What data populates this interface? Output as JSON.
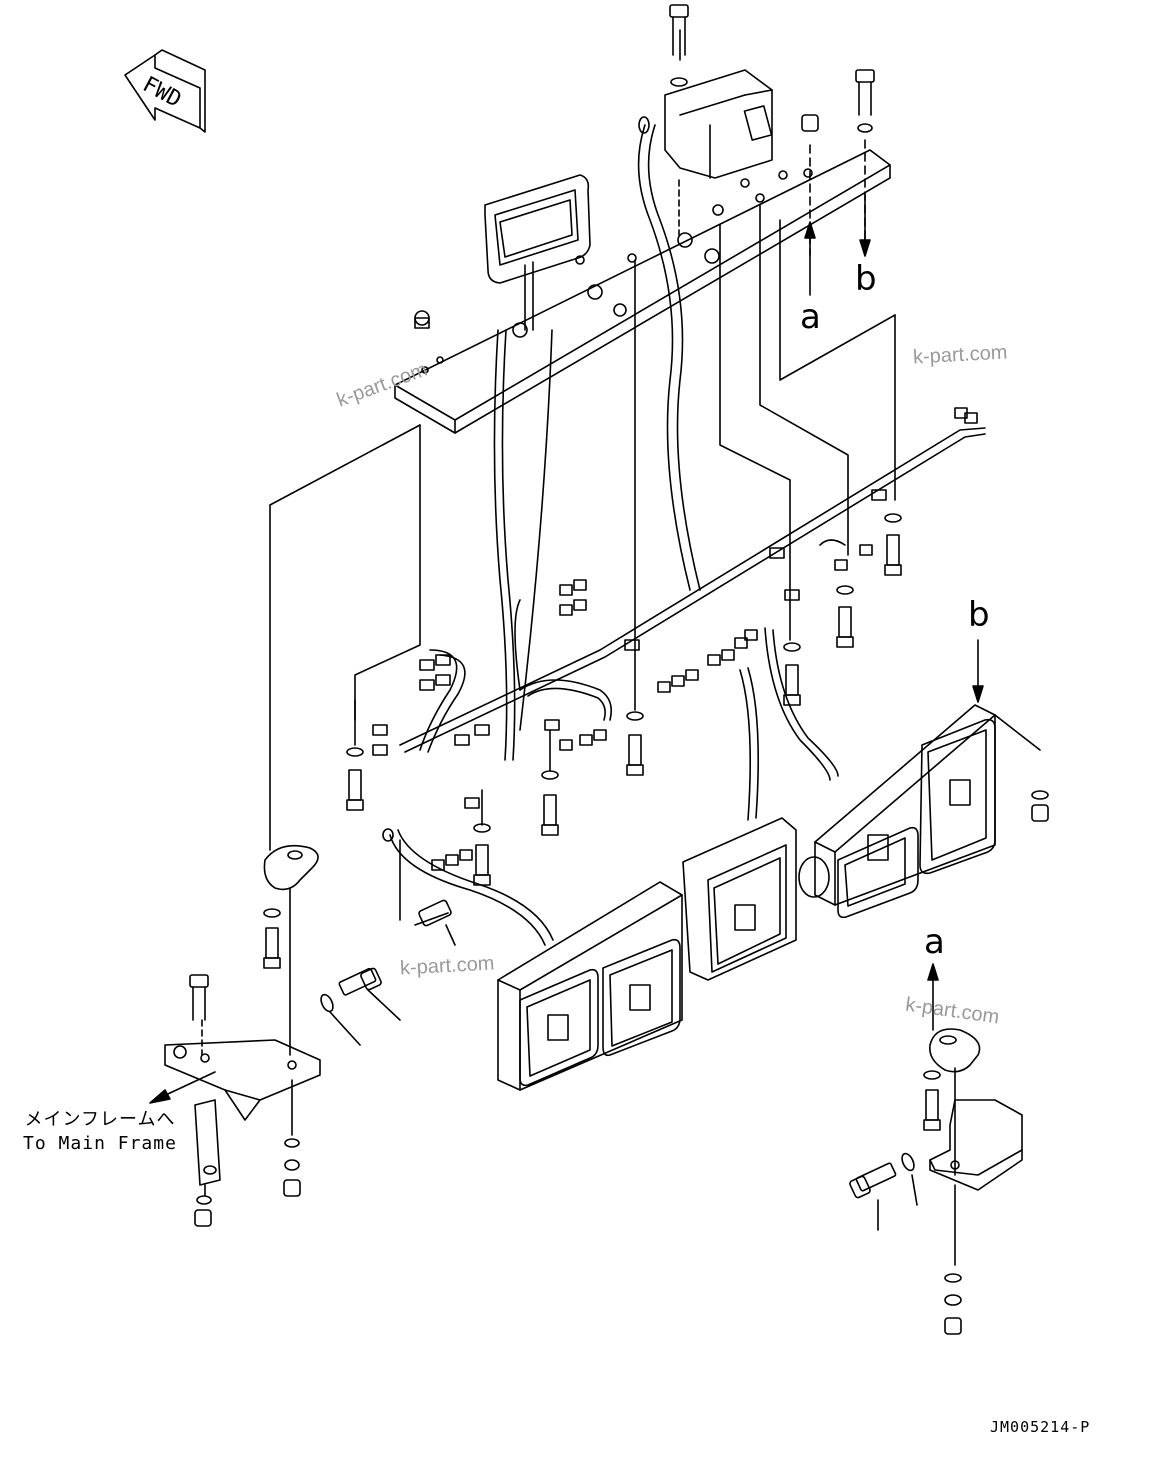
{
  "fwd_label": "FWD",
  "callouts": {
    "a_top": "a",
    "b_top": "b",
    "b_right": "b",
    "a_lower": "a"
  },
  "watermark": {
    "w1": "k-part.com",
    "w2": "k-part.com",
    "w3": "k-part.com",
    "w4": "k-part.com"
  },
  "main_frame_note": {
    "line1": "メインフレームへ",
    "line2": "To Main Frame"
  },
  "drawing_code": "JM005214-P"
}
